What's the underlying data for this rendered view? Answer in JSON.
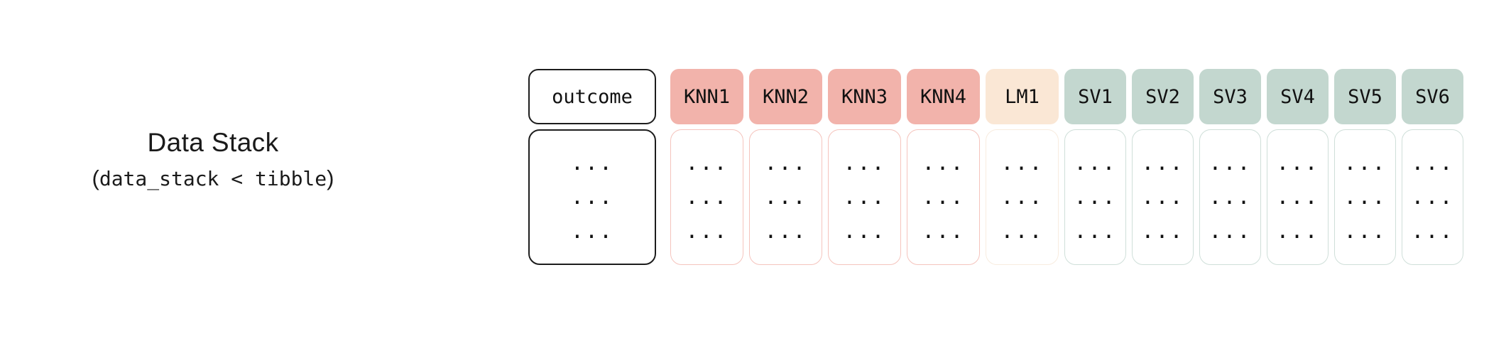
{
  "label": {
    "title": "Data Stack",
    "subtitle_open": "(",
    "subtitle_code": "data_stack < tibble",
    "subtitle_close": ")"
  },
  "colors": {
    "outcome_border": "#1d1d1d",
    "knn_fill": "#f2b3ab",
    "knn_border": "#f5c4bd",
    "lm_fill": "#fae7d5",
    "lm_border": "#f8ecdf",
    "sv_fill": "#c3d7cf",
    "sv_border": "#cfdfd9",
    "text": "#111111",
    "background": "#ffffff"
  },
  "table": {
    "cell_placeholder": "...",
    "row_count": 3,
    "columns": [
      {
        "name": "outcome",
        "label": "outcome",
        "group": "outcome"
      },
      {
        "name": "KNN1",
        "label": "KNN1",
        "group": "knn"
      },
      {
        "name": "KNN2",
        "label": "KNN2",
        "group": "knn"
      },
      {
        "name": "KNN3",
        "label": "KNN3",
        "group": "knn"
      },
      {
        "name": "KNN4",
        "label": "KNN4",
        "group": "knn"
      },
      {
        "name": "LM1",
        "label": "LM1",
        "group": "lm"
      },
      {
        "name": "SV1",
        "label": "SV1",
        "group": "sv"
      },
      {
        "name": "SV2",
        "label": "SV2",
        "group": "sv"
      },
      {
        "name": "SV3",
        "label": "SV3",
        "group": "sv"
      },
      {
        "name": "SV4",
        "label": "SV4",
        "group": "sv"
      },
      {
        "name": "SV5",
        "label": "SV5",
        "group": "sv"
      },
      {
        "name": "SV6",
        "label": "SV6",
        "group": "sv"
      }
    ]
  }
}
